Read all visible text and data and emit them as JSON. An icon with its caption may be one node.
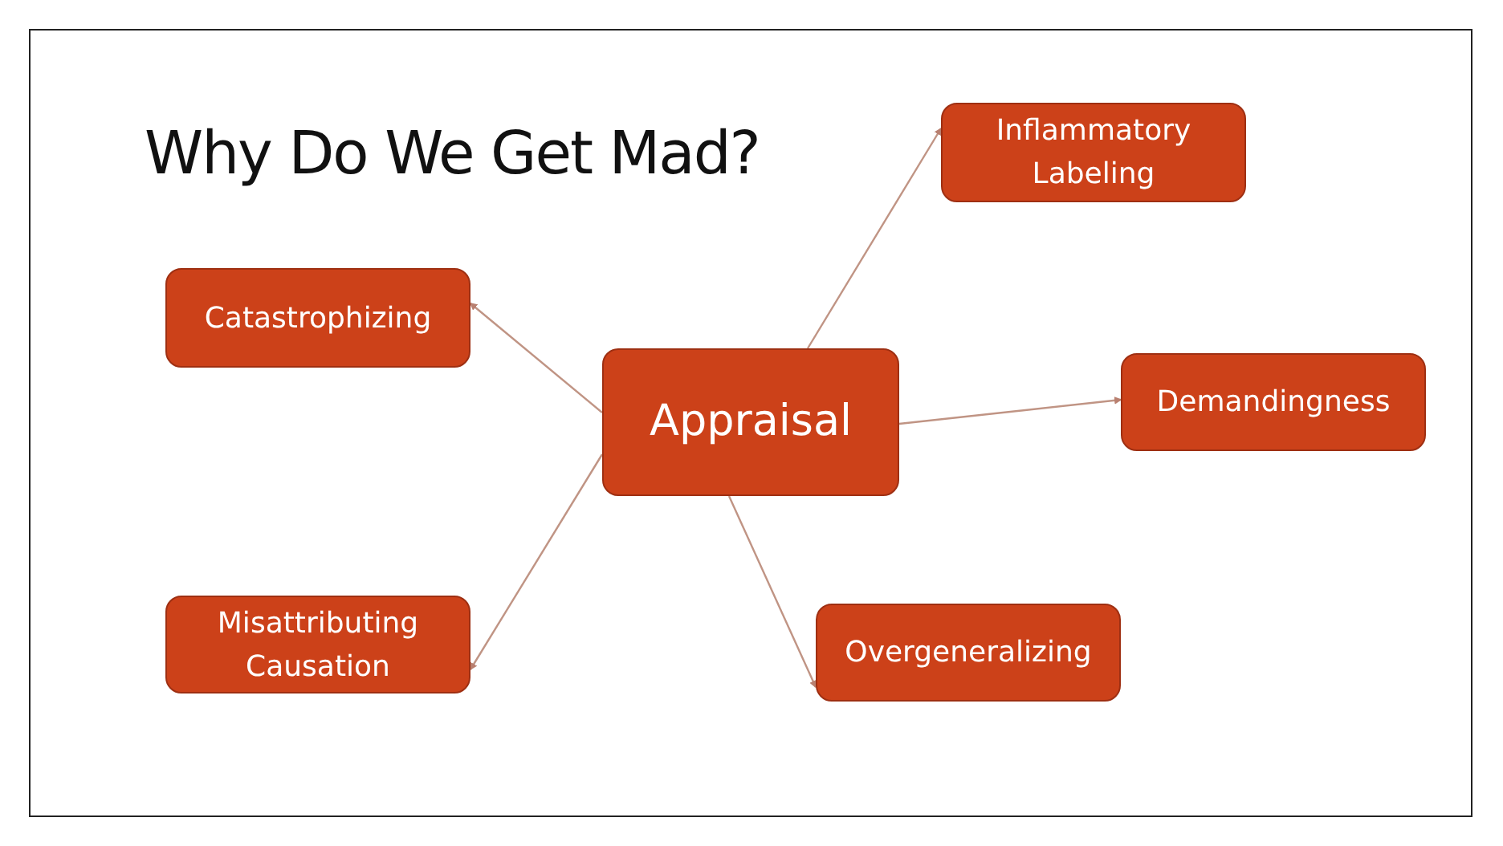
{
  "diagram": {
    "title": "Why Do We Get Mad?",
    "nodes": [
      {
        "text": [
          "Appraisal"
        ]
      },
      {
        "text": [
          "Inflammatory Labeling"
        ]
      },
      {
        "text": [
          "Demandingness"
        ]
      },
      {
        "text": [
          "Overgeneralizing"
        ]
      },
      {
        "text": [
          "Misattributing Causation"
        ]
      },
      {
        "text": [
          "Catastrophizing"
        ]
      }
    ],
    "edges": [
      {
        "from": 0,
        "to": 1,
        "arrow": "to"
      },
      {
        "from": 0,
        "to": 2,
        "arrow": "to"
      },
      {
        "from": 0,
        "to": 3,
        "arrow": "to"
      },
      {
        "from": 0,
        "to": 4,
        "arrow": "to"
      },
      {
        "from": 0,
        "to": 5,
        "arrow": "to"
      }
    ]
  }
}
